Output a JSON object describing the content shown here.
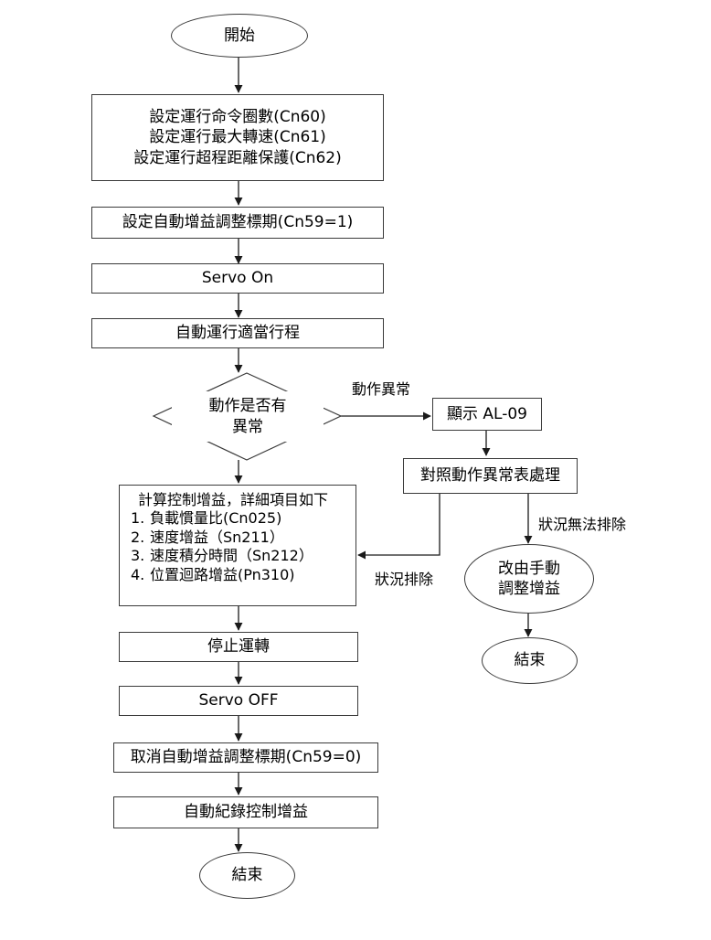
{
  "diagram": {
    "title": "Servo auto gain tuning flowchart",
    "colors": {
      "stroke": "#3a3a3a",
      "line": "#1a1a1a",
      "fill": "#ffffff",
      "text": "#000000"
    },
    "nodes": {
      "start": {
        "label": "開始",
        "shape": "ellipse"
      },
      "setup_params": {
        "label": "設定運行命令圈數(Cn60)\n設定運行最大轉速(Cn61)\n設定運行超程距離保護(Cn62)",
        "shape": "process"
      },
      "set_autogain_flag": {
        "label": "設定自動增益調整標期(Cn59=1)",
        "shape": "process"
      },
      "servo_on": {
        "label": "Servo On",
        "shape": "process"
      },
      "auto_run": {
        "label": "自動運行適當行程",
        "shape": "process"
      },
      "decision_abnormal": {
        "label": "動作是否有\n異常",
        "shape": "decision"
      },
      "show_alarm": {
        "label": "顯示 AL-09",
        "shape": "process"
      },
      "check_table": {
        "label": "對照動作異常表處理",
        "shape": "process"
      },
      "manual_tune": {
        "label": "改由手動\n調整增益",
        "shape": "ellipse"
      },
      "end_right": {
        "label": "結束",
        "shape": "ellipse"
      },
      "calc_gain": {
        "shape": "process",
        "heading": "計算控制增益，詳細項目如下",
        "items": [
          {
            "num": "1.",
            "text": "負載慣量比(Cn025)"
          },
          {
            "num": "2.",
            "text": "速度增益（Sn211）"
          },
          {
            "num": "3.",
            "text": "速度積分時間（Sn212）"
          },
          {
            "num": "4.",
            "text": "位置迴路增益(Pn310)"
          }
        ]
      },
      "stop_run": {
        "label": "停止運轉",
        "shape": "process"
      },
      "servo_off": {
        "label": "Servo OFF",
        "shape": "process"
      },
      "clear_autogain_flag": {
        "label": "取消自動增益調整標期(Cn59=0)",
        "shape": "process"
      },
      "auto_record": {
        "label": "自動紀錄控制增益",
        "shape": "process"
      },
      "end_main": {
        "label": "結束",
        "shape": "ellipse"
      }
    },
    "edge_labels": {
      "abnormal": "動作異常",
      "cannot_clear": "狀況無法排除",
      "cleared": "狀況排除"
    }
  }
}
